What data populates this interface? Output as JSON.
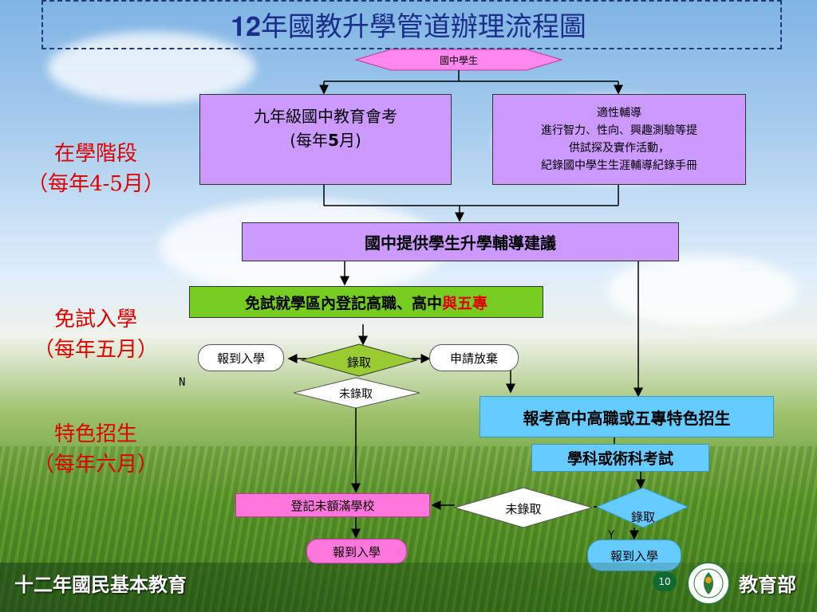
{
  "title": "𝟏𝟐年國教升學管道辦理流程圖",
  "side_labels": {
    "stage1_line1": "在學階段",
    "stage1_line2": "（每年4-5月）",
    "stage2_line1": "免試入學",
    "stage2_line2": "（每年五月）",
    "stage3_line1": "特色招生",
    "stage3_line2": "（每年六月）"
  },
  "nodes": {
    "start": "國中學生",
    "exam_line1": "九年級國中教育會考",
    "exam_line2_prefix": "(每年",
    "exam_line2_num": "5",
    "exam_line2_suffix": "月)",
    "counsel_line1": "適性輔導",
    "counsel_line2": "進行智力、性向、興趣測驗等提",
    "counsel_line3": "供試探及實作活動，",
    "counsel_line4": "紀錄國中學生生涯輔導紀錄手冊",
    "advice": "國中提供學生升學輔導建議",
    "free_main": "免試就學區內登記高職、高中",
    "free_red1": "與",
    "free_red2": "五專",
    "report1": "報到入學",
    "admit1": "錄取",
    "waive": "申請放棄",
    "not_admit1": "未錄取",
    "special": "報考高中高職或五專特色招生",
    "subject_exam": "學科或術科考試",
    "register_unfilled": "登記未額滿學校",
    "not_admit2": "未錄取",
    "admit2": "錄取",
    "report2": "報到入學",
    "report3": "報到入學"
  },
  "marks": {
    "n": "N",
    "y": "Y"
  },
  "footer": {
    "left": "十二年國民基本教育",
    "page": "10",
    "org": "教育部"
  },
  "colors": {
    "title": "#1a2e8a",
    "side": "#e00000",
    "purple": "#cc99ff",
    "green": "#77cc22",
    "blue": "#66ccff",
    "pink": "#ff77dd"
  }
}
